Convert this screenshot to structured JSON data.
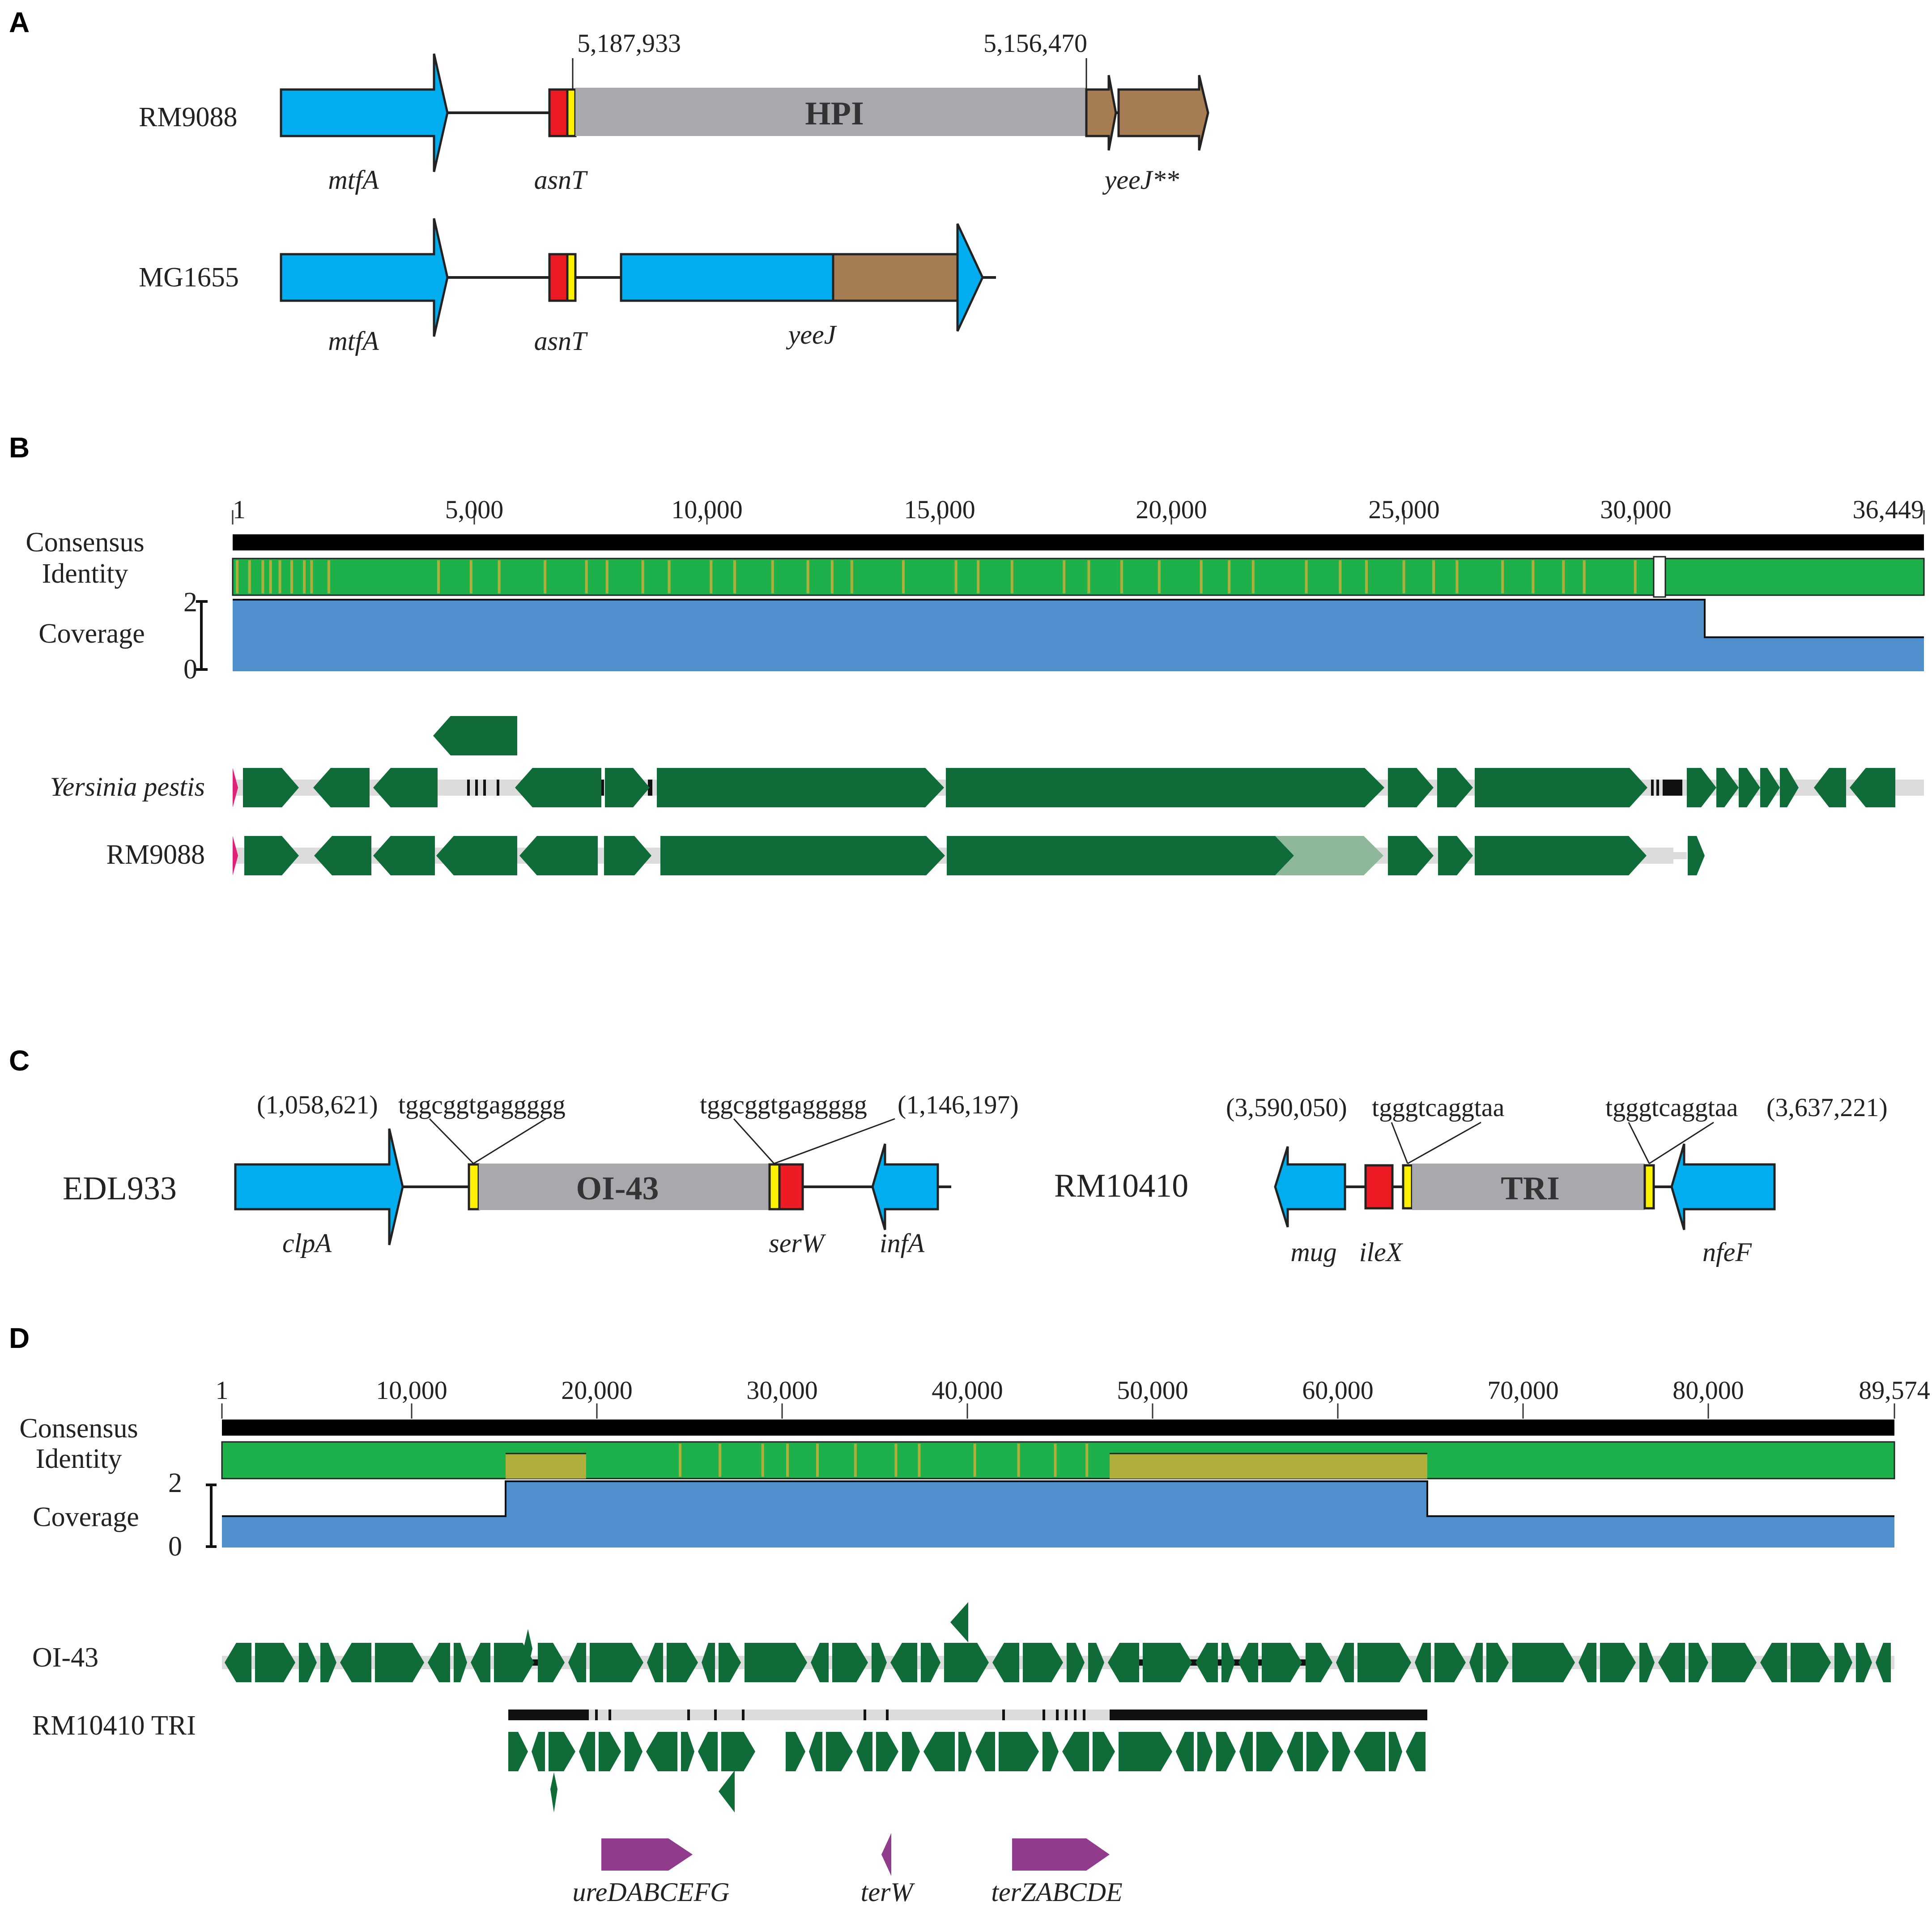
{
  "panels": {
    "a": "A",
    "b": "B",
    "c": "C",
    "d": "D"
  },
  "panel_a": {
    "coord_left": "5,187,933",
    "coord_right": "5,156,470",
    "island": "HPI",
    "strain_1": "RM9088",
    "strain_2": "MG1655",
    "genes_1": {
      "mtfA": "mtfA",
      "asnT": "asnT",
      "yeeJ": "yeeJ**"
    },
    "genes_2": {
      "mtfA": "mtfA",
      "asnT": "asnT",
      "yeeJ": "yeeJ"
    }
  },
  "panel_b": {
    "ticks": [
      "1",
      "5,000",
      "10,000",
      "15,000",
      "20,000",
      "25,000",
      "30,000",
      "36,449"
    ],
    "consensus_label": "Consensus",
    "identity_label": "Identity",
    "coverage_label": "Coverage",
    "cov_max": "2",
    "cov_min": "0",
    "track_1": "Yersinia pestis",
    "track_2": "RM9088"
  },
  "panel_c": {
    "left": {
      "strain": "EDL933",
      "coord_left": "(1,058,621)",
      "seq_left": "tggcggtgaggggg",
      "seq_right": "tggcggtgaggggg",
      "coord_right": "(1,146,197)",
      "island": "OI-43",
      "genes": {
        "clpA": "clpA",
        "serW": "serW",
        "infA": "infA"
      }
    },
    "right": {
      "strain": "RM10410",
      "coord_left": "(3,590,050)",
      "seq_left": "tgggtcaggtaa",
      "seq_right": "tgggtcaggtaa",
      "coord_right": "(3,637,221)",
      "island": "TRI",
      "genes": {
        "mug": "mug",
        "ileX": "ileX",
        "nfeF": "nfeF"
      }
    }
  },
  "panel_d": {
    "ticks": [
      "1",
      "10,000",
      "20,000",
      "30,000",
      "40,000",
      "50,000",
      "60,000",
      "70,000",
      "80,000",
      "89,574"
    ],
    "consensus_label": "Consensus",
    "identity_label": "Identity",
    "coverage_label": "Coverage",
    "cov_max": "2",
    "cov_min": "0",
    "track_1": "OI-43",
    "track_2": "RM10410 TRI",
    "genes": {
      "ure": "ureDABCEFG",
      "terW": "terW",
      "terZ": "terZABCDE"
    }
  },
  "colors": {
    "cyan": "#00AEEF",
    "red": "#ED1C24",
    "yellow": "#FFF200",
    "gray": "#A7A9AC",
    "brown": "#A67C52",
    "green_dark": "#0F6B38",
    "green_light": "#8DB89A",
    "identity_green": "#1EB14B",
    "identity_olive": "#B0AE3A",
    "coverage_blue": "#4F8FCD",
    "magenta": "#E0227A",
    "purple": "#913B8C"
  }
}
